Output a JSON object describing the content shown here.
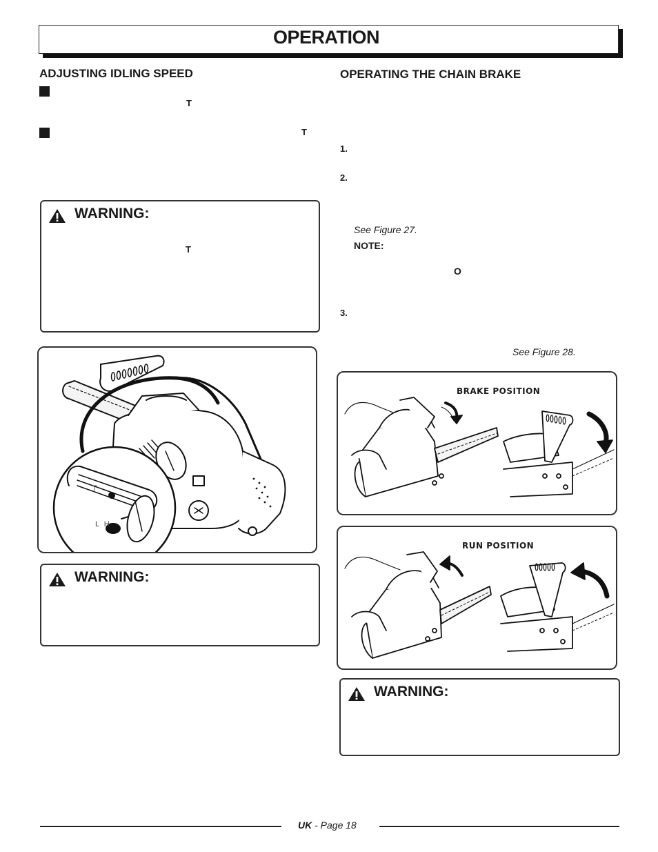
{
  "header": {
    "title": "OPERATION"
  },
  "left": {
    "heading": "ADJUSTING IDLING SPEED",
    "frag_t1": "T",
    "frag_t2": "T",
    "warning1": {
      "title": "WARNING:",
      "frag_t": "T"
    },
    "figure26": {
      "label_t": "T",
      "label_lh": "L H"
    },
    "warning2": {
      "title": "WARNING:"
    }
  },
  "right": {
    "heading": "OPERATING THE CHAIN BRAKE",
    "step1": "1.",
    "step2": "2.",
    "see_fig27": "See Figure 27.",
    "note": "NOTE:",
    "frag_o": "O",
    "step3": "3.",
    "see_fig28": "See Figure 28.",
    "figure27": {
      "label": "BRAKE POSITION"
    },
    "figure28": {
      "label": "RUN POSITION"
    },
    "warning3": {
      "title": "WARNING:"
    }
  },
  "footer": {
    "region": "UK",
    "page": "- Page 18"
  }
}
